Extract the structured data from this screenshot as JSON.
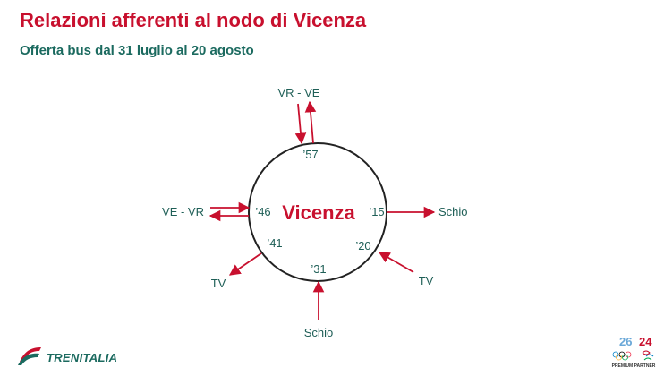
{
  "title": "Relazioni afferenti al nodo di Vicenza",
  "subtitle": "Offerta bus dal 31 luglio al 20 agosto",
  "colors": {
    "accent": "#c8102e",
    "teal": "#1b6a5f",
    "ring": "#222222"
  },
  "center": {
    "label": "Vicenza"
  },
  "routes": [
    {
      "id": "vr-ve",
      "destination": "VR - VE",
      "minute": "’57"
    },
    {
      "id": "schio-east",
      "destination": "Schio",
      "minute": "’15"
    },
    {
      "id": "tv-se",
      "destination": "TV",
      "minute": "’20"
    },
    {
      "id": "schio-south",
      "destination": "Schio",
      "minute": "’31"
    },
    {
      "id": "tv-sw",
      "destination": "TV",
      "minute": "’41"
    },
    {
      "id": "ve-vr",
      "destination": "VE - VR",
      "minute": "’46"
    }
  ],
  "footer": {
    "brand": "TRENITALIA",
    "partner_label": "PREMIUM PARTNER",
    "logo_icon": "trenitalia-logo-icon",
    "partner_icon": "olympic-rings-icon"
  }
}
